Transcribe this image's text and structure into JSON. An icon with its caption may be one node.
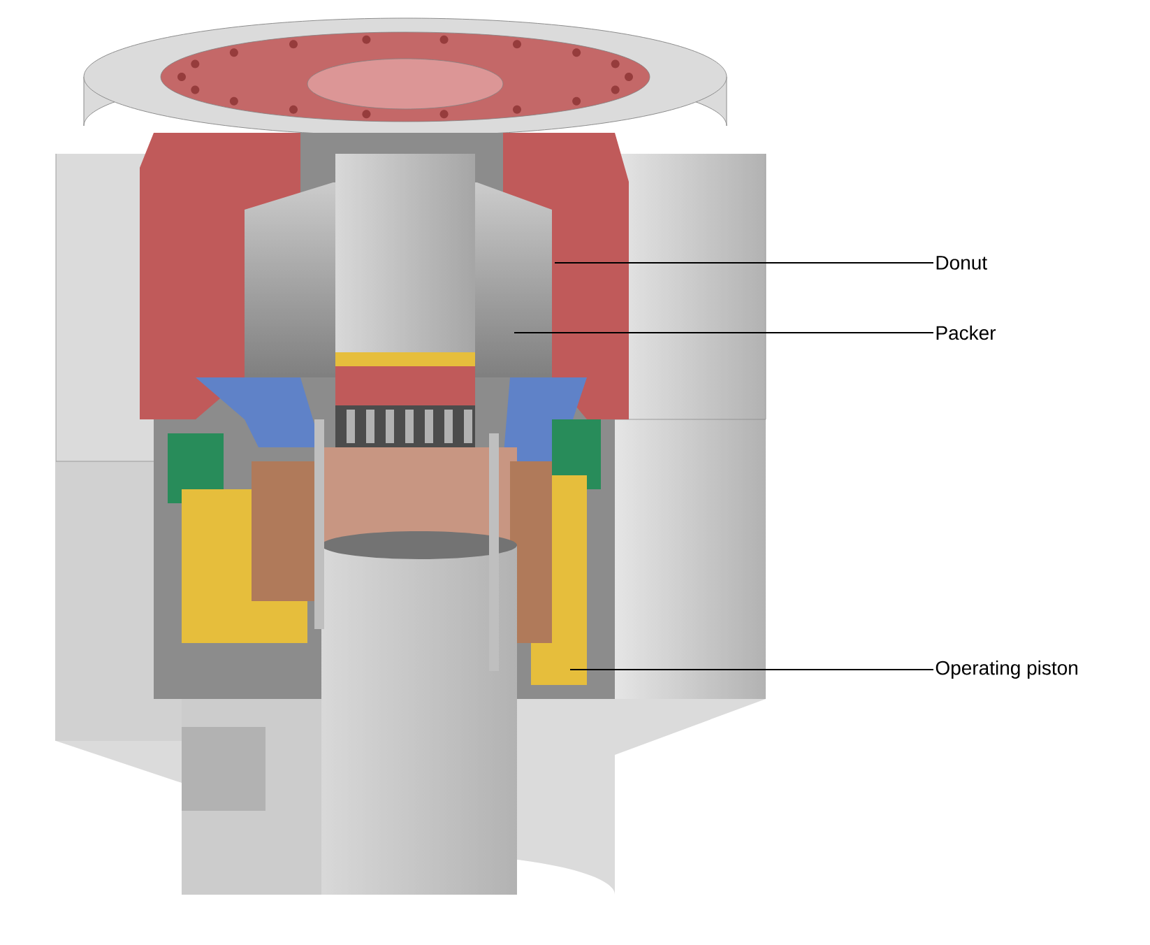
{
  "diagram": {
    "nodes": [
      {
        "text": [
          "Donut"
        ]
      },
      {
        "text": [
          "Packer"
        ]
      },
      {
        "text": [
          "Operating piston"
        ]
      }
    ],
    "edges": [
      {
        "from": 0,
        "to": null,
        "arrow": "none"
      },
      {
        "from": 1,
        "to": null,
        "arrow": "none"
      },
      {
        "from": 2,
        "to": null,
        "arrow": "none"
      }
    ]
  }
}
